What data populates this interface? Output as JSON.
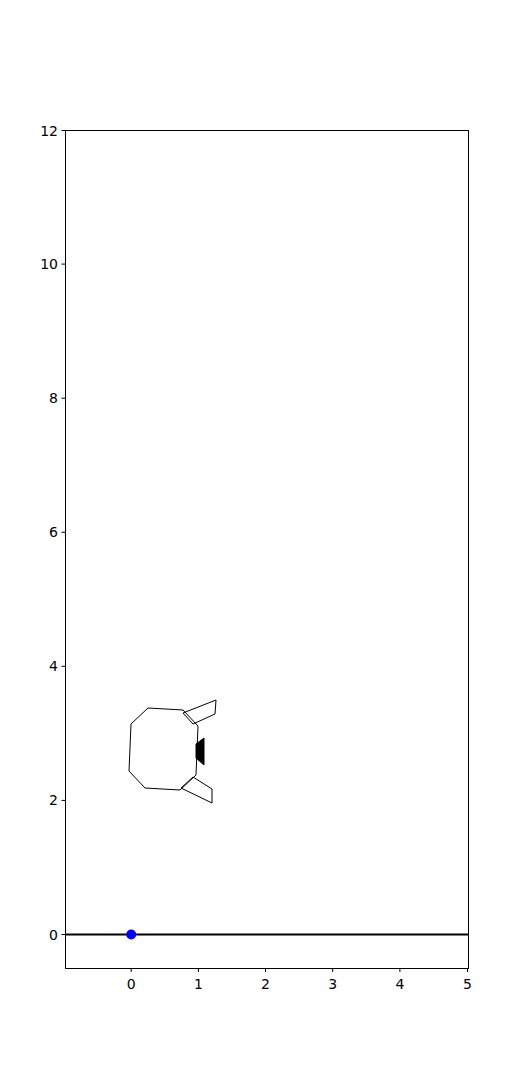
{
  "diagram": {
    "labels": [
      "0",
      "2",
      "4",
      "6",
      "8",
      "10",
      "12",
      "0",
      "1",
      "2",
      "3",
      "4",
      "5"
    ]
  }
}
